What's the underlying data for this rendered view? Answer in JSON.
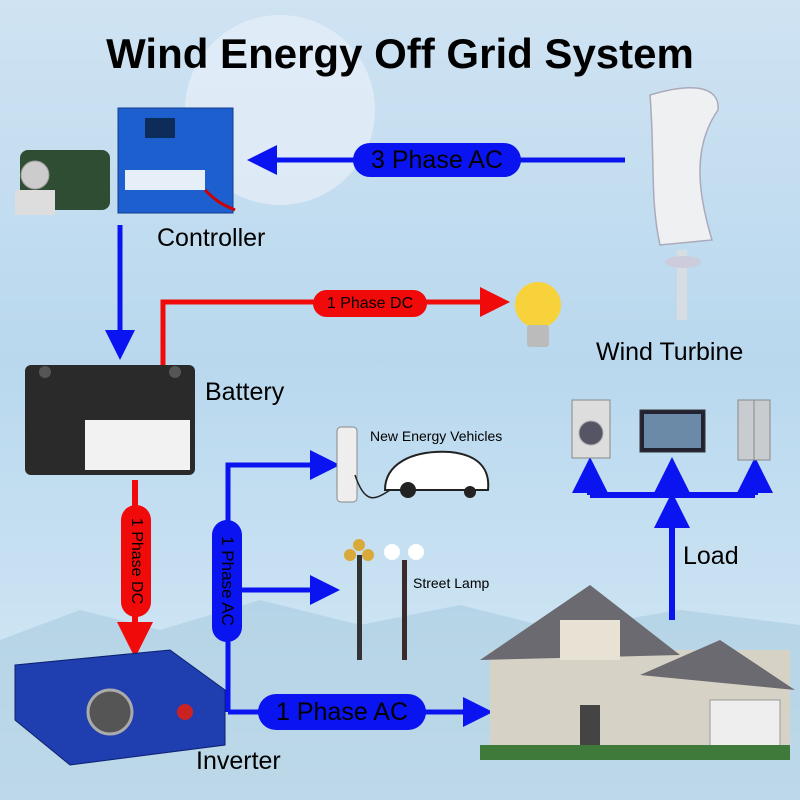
{
  "title": "Wind Energy Off Grid System",
  "components": {
    "controller": "Controller",
    "wind_turbine": "Wind Turbine",
    "battery": "Battery",
    "inverter": "Inverter",
    "ev": "New Energy Vehicles",
    "street_lamp": "Street Lamp",
    "load": "Load"
  },
  "connections": {
    "turbine_to_controller": "3 Phase AC",
    "battery_to_bulb": "1 Phase DC",
    "battery_to_inverter": "1 Phase DC",
    "inverter_branch": "1 Phase AC",
    "inverter_to_house": "1 Phase AC"
  },
  "colors": {
    "ac": "#0a14f0",
    "dc": "#f00a0a"
  }
}
